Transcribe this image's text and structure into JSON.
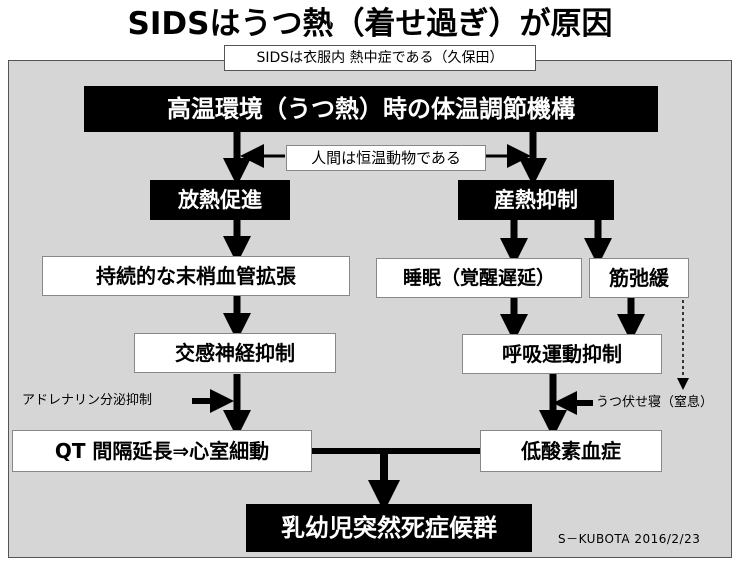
{
  "title": "SIDSはうつ熱（着せ過ぎ）が原因",
  "subtitle": "SIDSは衣服内 熱中症である（久保田）",
  "nodes": {
    "top": "高温環境（うつ熱）時の体温調節機構",
    "human": "人間は恒温動物である",
    "heat_release": "放熱促進",
    "heat_suppress": "産熱抑制",
    "vasodilation": "持続的な末梢血管拡張",
    "sleep": "睡眠（覚醒遅延）",
    "muscle": "筋弛緩",
    "sympathetic": "交感神経抑制",
    "respiration": "呼吸運動抑制",
    "qt": "QT 間隔延長⇒心室細動",
    "hypoxemia": "低酸素血症",
    "sids": "乳幼児突然死症候群"
  },
  "labels": {
    "adrenaline": "アドレナリン分泌抑制",
    "prone": "うつ伏せ寝（窒息）"
  },
  "credit": "S－KUBOTA  2016/2/23"
}
